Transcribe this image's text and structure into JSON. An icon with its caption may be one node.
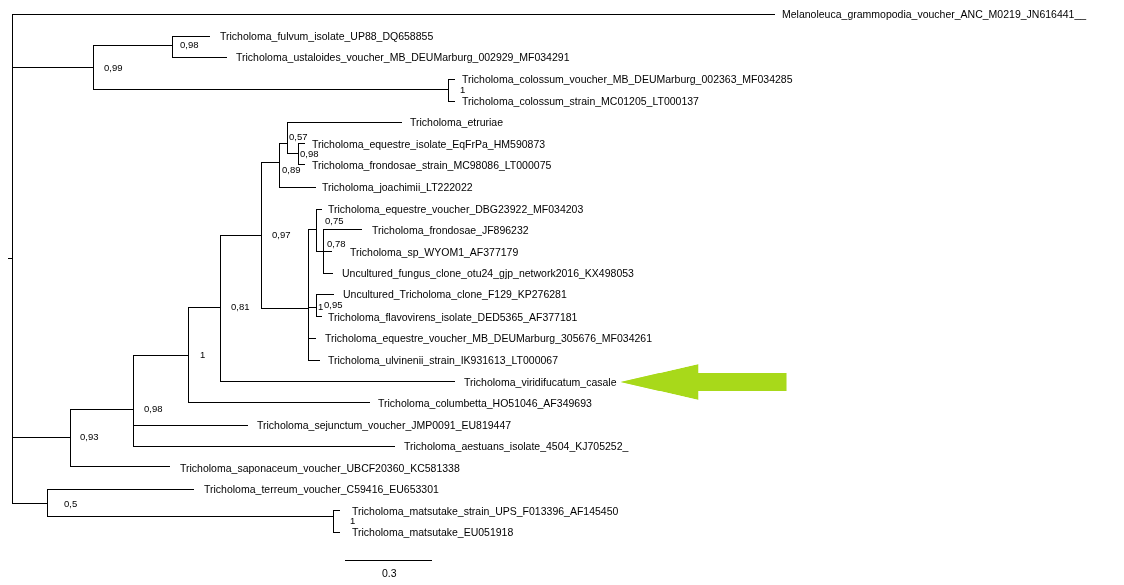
{
  "diagram": {
    "nodes": [
      {
        "text": [
          "Melanoleuca_grammopodia_voucher_ANC_M0219_JN616441__"
        ]
      },
      {
        "text": [
          "Tricholoma_fulvum_isolate_UP88_DQ658855"
        ]
      },
      {
        "text": [
          "Tricholoma_ustaloides_voucher_MB_DEUMarburg_002929_MF034291"
        ]
      },
      {
        "text": [
          "Tricholoma_colossum_voucher_MB_DEUMarburg_002363_MF034285"
        ]
      },
      {
        "text": [
          "Tricholoma_colossum_strain_MC01205_LT000137"
        ]
      },
      {
        "text": [
          "Tricholoma_etruriae"
        ]
      },
      {
        "text": [
          "Tricholoma_equestre_isolate_EqFrPa_HM590873"
        ]
      },
      {
        "text": [
          "Tricholoma_frondosae_strain_MC98086_LT000075"
        ]
      },
      {
        "text": [
          "Tricholoma_joachimii_LT222022"
        ]
      },
      {
        "text": [
          "Tricholoma_equestre_voucher_DBG23922_MF034203"
        ]
      },
      {
        "text": [
          "Tricholoma_frondosae_JF896232"
        ]
      },
      {
        "text": [
          "Tricholoma_sp_WYOM1_AF377179"
        ]
      },
      {
        "text": [
          "Uncultured_fungus_clone_otu24_gjp_network2016_KX498053"
        ]
      },
      {
        "text": [
          "Uncultured_Tricholoma_clone_F129_KP276281"
        ]
      },
      {
        "text": [
          "Tricholoma_flavovirens_isolate_DED5365_AF377181"
        ]
      },
      {
        "text": [
          "Tricholoma_equestre_voucher_MB_DEUMarburg_305676_MF034261"
        ]
      },
      {
        "text": [
          "Tricholoma_ulvinenii_strain_IK931613_LT000067"
        ]
      },
      {
        "text": [
          "Tricholoma_viridifucatum_casale"
        ]
      },
      {
        "text": [
          "Tricholoma_columbetta_HO51046_AF349693"
        ]
      },
      {
        "text": [
          "Tricholoma_sejunctum_voucher_JMP0091_EU819447"
        ]
      },
      {
        "text": [
          "Tricholoma_aestuans_isolate_4504_KJ705252_"
        ]
      },
      {
        "text": [
          "Tricholoma_saponaceum_voucher_UBCF20360_KC581338"
        ]
      },
      {
        "text": [
          "Tricholoma_terreum_voucher_C59416_EU653301"
        ]
      },
      {
        "text": [
          "Tricholoma_matsutake_strain_UPS_F013396_AF145450"
        ]
      },
      {
        "text": [
          "Tricholoma_matsutake_EU051918"
        ]
      }
    ],
    "edges": [
      {
        "from": null,
        "to": 17,
        "arrow": "to",
        "color": "#a8d91a"
      }
    ],
    "labels": [
      "0,98",
      "0,99",
      "1",
      "0,57",
      "0,98",
      "0,89",
      "0,97",
      "0,75",
      "0,78",
      "0,81",
      "1",
      "0,95",
      "1",
      "0,98",
      "0,93",
      "0,5",
      "1",
      "0.3"
    ]
  }
}
